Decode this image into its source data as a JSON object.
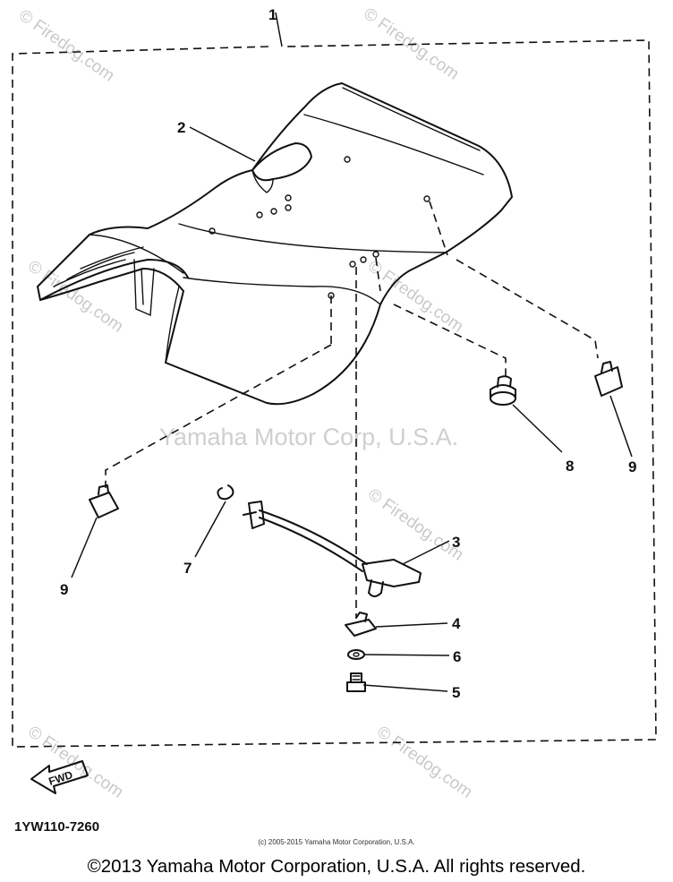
{
  "diagram": {
    "labels": {
      "seat": "1",
      "seat_strap": "2",
      "seat_lock_rod": "3",
      "lock_plate": "4",
      "bolt": "5",
      "washer": "6",
      "clip": "7",
      "damper": "8",
      "stopper_right": "9",
      "stopper_left": "9"
    },
    "fwd_label": "FWD",
    "diagram_code": "1YW110-7260"
  },
  "watermarks": {
    "firedog": "© Firedog.com",
    "center": "Yamaha Motor Corp, U.S.A."
  },
  "footer": {
    "small_copyright": "(c) 2005-2015 Yamaha Motor Corporation, U.S.A.",
    "copyright": "©2013 Yamaha Motor Corporation, U.S.A. All rights reserved."
  }
}
